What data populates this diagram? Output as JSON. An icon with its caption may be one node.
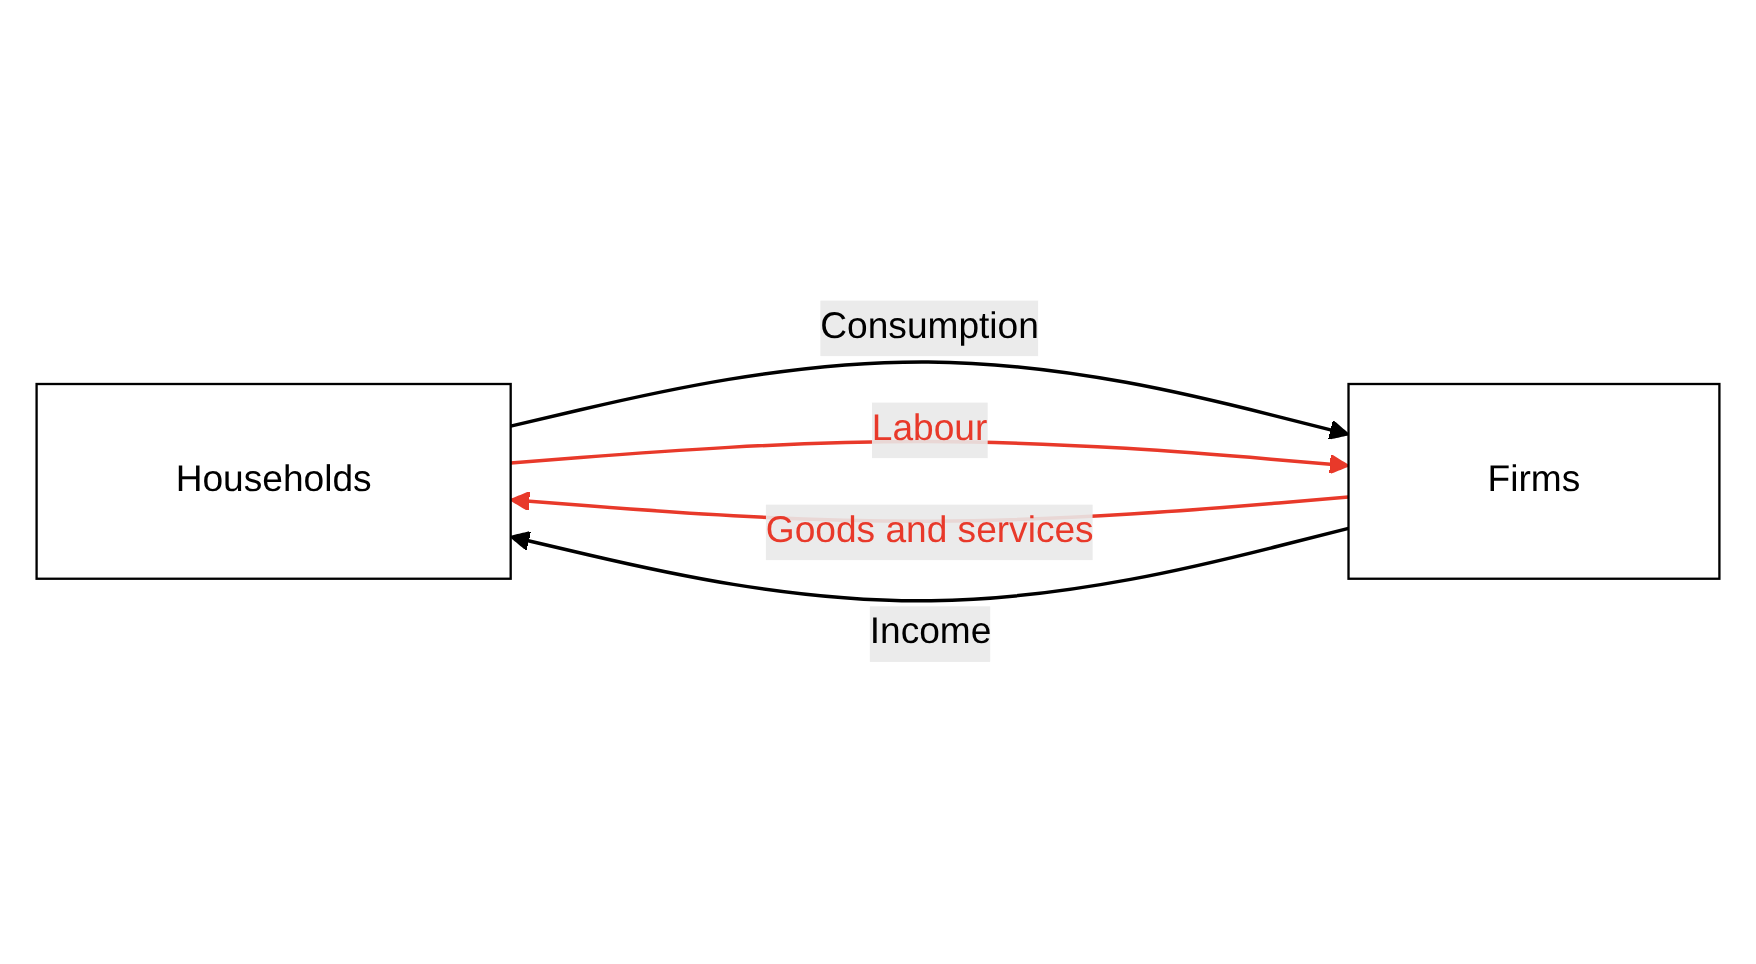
{
  "diagram": {
    "nodes": [
      {
        "text": [
          "Households"
        ]
      },
      {
        "text": [
          "Firms"
        ]
      }
    ],
    "edges": [
      {
        "from": 0,
        "to": 1,
        "arrow": "to",
        "label": "Consumption",
        "color": "#000000"
      },
      {
        "from": 0,
        "to": 1,
        "arrow": "to",
        "label": "Labour",
        "color": "#e8392a"
      },
      {
        "from": 1,
        "to": 0,
        "arrow": "to",
        "label": "Goods and services",
        "color": "#e8392a"
      },
      {
        "from": 1,
        "to": 0,
        "arrow": "to",
        "label": "Income",
        "color": "#000000"
      }
    ]
  }
}
